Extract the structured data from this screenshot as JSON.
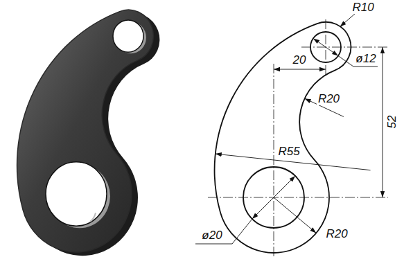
{
  "diagram": {
    "labels": [
      "R10",
      "20",
      "ø12",
      "R20",
      "52",
      "R55",
      "ø20",
      "R20"
    ]
  }
}
